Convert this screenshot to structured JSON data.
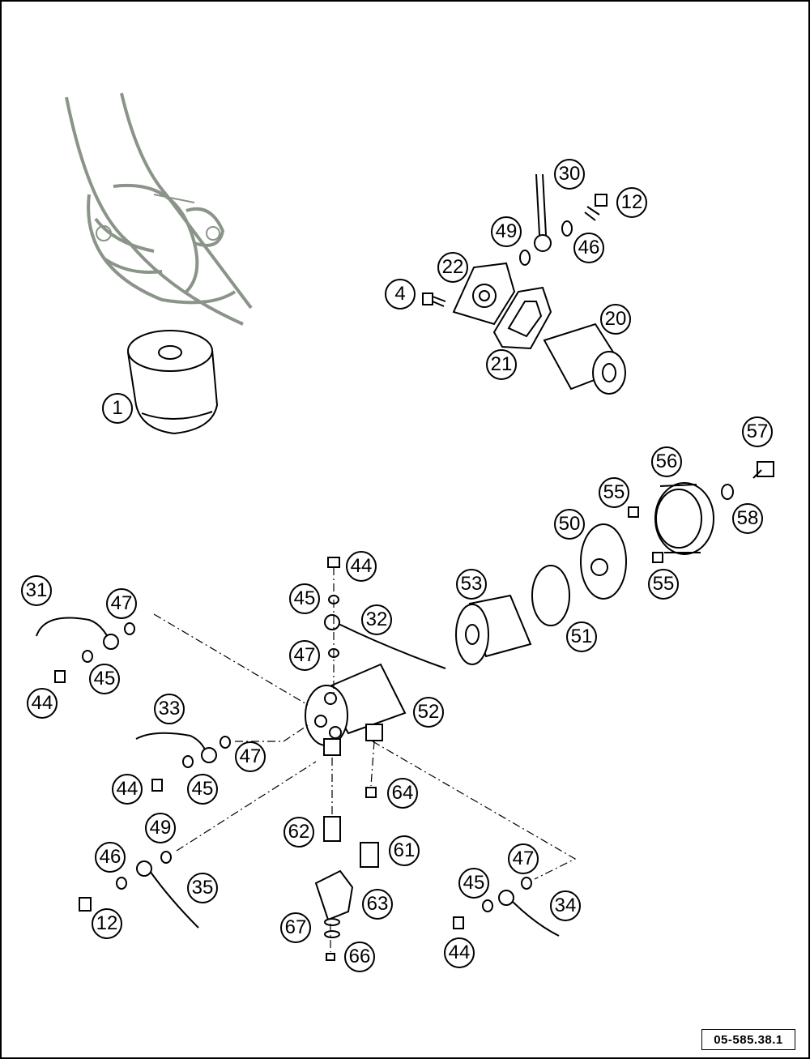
{
  "diagram": {
    "drawing_code": "05-585.38.1",
    "callouts": [
      {
        "id": "c1",
        "label": "1"
      },
      {
        "id": "c30",
        "label": "30"
      },
      {
        "id": "c12a",
        "label": "12"
      },
      {
        "id": "c49a",
        "label": "49"
      },
      {
        "id": "c46a",
        "label": "46"
      },
      {
        "id": "c22",
        "label": "22"
      },
      {
        "id": "c4",
        "label": "4"
      },
      {
        "id": "c20",
        "label": "20"
      },
      {
        "id": "c21",
        "label": "21"
      },
      {
        "id": "c57",
        "label": "57"
      },
      {
        "id": "c56",
        "label": "56"
      },
      {
        "id": "c55a",
        "label": "55"
      },
      {
        "id": "c58",
        "label": "58"
      },
      {
        "id": "c50",
        "label": "50"
      },
      {
        "id": "c55b",
        "label": "55"
      },
      {
        "id": "c53",
        "label": "53"
      },
      {
        "id": "c51",
        "label": "51"
      },
      {
        "id": "c44a",
        "label": "44"
      },
      {
        "id": "c45a",
        "label": "45"
      },
      {
        "id": "c32",
        "label": "32"
      },
      {
        "id": "c47a",
        "label": "47"
      },
      {
        "id": "c31",
        "label": "31"
      },
      {
        "id": "c47b",
        "label": "47"
      },
      {
        "id": "c45b",
        "label": "45"
      },
      {
        "id": "c44b",
        "label": "44"
      },
      {
        "id": "c52",
        "label": "52"
      },
      {
        "id": "c33",
        "label": "33"
      },
      {
        "id": "c47c",
        "label": "47"
      },
      {
        "id": "c44c",
        "label": "44"
      },
      {
        "id": "c45c",
        "label": "45"
      },
      {
        "id": "c64",
        "label": "64"
      },
      {
        "id": "c49b",
        "label": "49"
      },
      {
        "id": "c62",
        "label": "62"
      },
      {
        "id": "c61",
        "label": "61"
      },
      {
        "id": "c46b",
        "label": "46"
      },
      {
        "id": "c35",
        "label": "35"
      },
      {
        "id": "c47d",
        "label": "47"
      },
      {
        "id": "c45d",
        "label": "45"
      },
      {
        "id": "c34",
        "label": "34"
      },
      {
        "id": "c12b",
        "label": "12"
      },
      {
        "id": "c63",
        "label": "63"
      },
      {
        "id": "c67",
        "label": "67"
      },
      {
        "id": "c44d",
        "label": "44"
      },
      {
        "id": "c66",
        "label": "66"
      }
    ]
  }
}
